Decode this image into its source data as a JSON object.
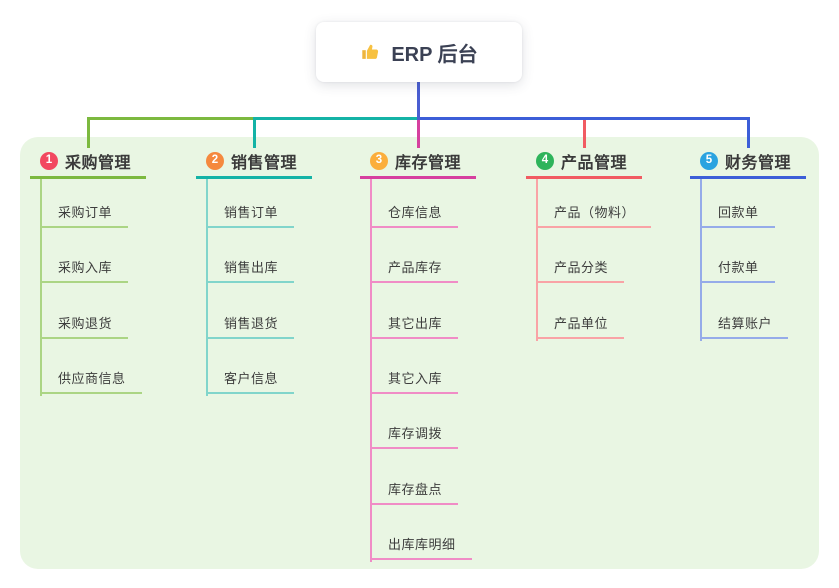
{
  "root": {
    "icon": "thumbs-up",
    "label": "ERP 后台"
  },
  "colors": {
    "panel_bg": "#e9f6e3",
    "root_connector": "#4a5ed2",
    "title_text": "#3a3a3a",
    "child_text": "#3d3d3d"
  },
  "branches": [
    {
      "index": "1",
      "label": "采购管理",
      "badge_color": "#f2485f",
      "line_color": "#7cb93f",
      "child_line_color": "#abd584",
      "children": [
        "采购订单",
        "采购入库",
        "采购退货",
        "供应商信息"
      ]
    },
    {
      "index": "2",
      "label": "销售管理",
      "badge_color": "#f5893e",
      "line_color": "#14b3a6",
      "child_line_color": "#81d5cb",
      "children": [
        "销售订单",
        "销售出库",
        "销售退货",
        "客户信息"
      ]
    },
    {
      "index": "3",
      "label": "库存管理",
      "badge_color": "#fbae3c",
      "line_color": "#d6409f",
      "child_line_color": "#f08cc6",
      "children": [
        "仓库信息",
        "产品库存",
        "其它出库",
        "其它入库",
        "库存调拨",
        "库存盘点",
        "出库库明细"
      ]
    },
    {
      "index": "4",
      "label": "产品管理",
      "badge_color": "#2eb45b",
      "line_color": "#f15b62",
      "child_line_color": "#f9a3a6",
      "children": [
        "产品（物料）",
        "产品分类",
        "产品单位"
      ]
    },
    {
      "index": "5",
      "label": "财务管理",
      "badge_color": "#2aa3e0",
      "line_color": "#3c5ed8",
      "child_line_color": "#95abe9",
      "children": [
        "回款单",
        "付款单",
        "结算账户"
      ]
    }
  ]
}
